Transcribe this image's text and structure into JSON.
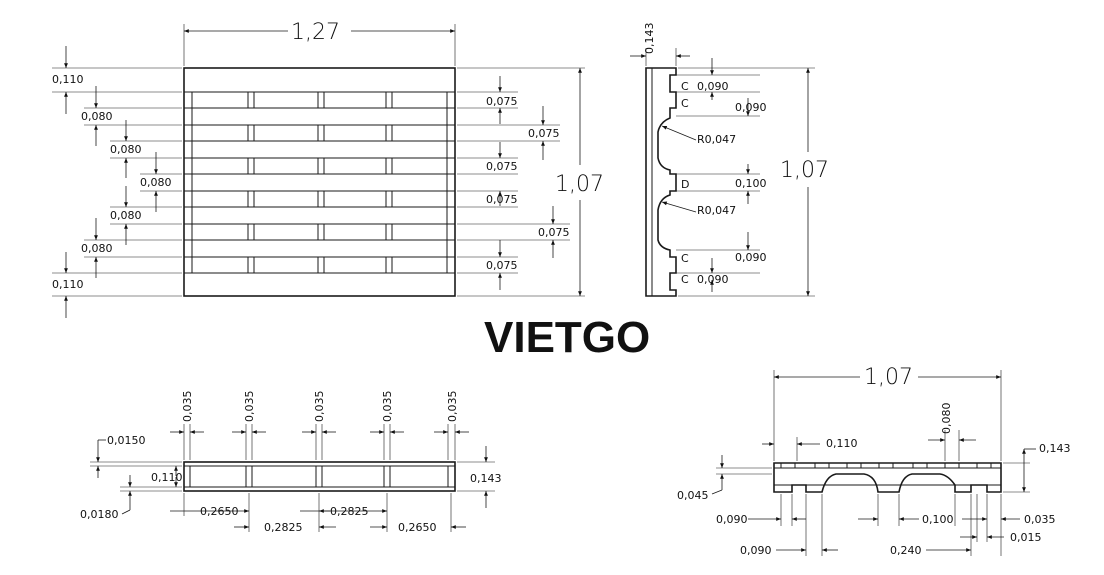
{
  "brand": "VIETGO",
  "top_view": {
    "width": "1,27",
    "height": "1,07",
    "edge_top": "0,110",
    "edge_bottom": "0,110",
    "gaps_left": [
      "0,080",
      "0,080",
      "0,080",
      "0,080",
      "0,080"
    ],
    "boards_right": [
      "0,075",
      "0,075",
      "0,075",
      "0,075",
      "0,075",
      "0,075"
    ]
  },
  "side_view": {
    "thickness": "0,143",
    "height": "1,07",
    "letters": [
      "C",
      "C",
      "D",
      "C",
      "C"
    ],
    "dims": [
      "0,090",
      "0,090",
      "0,100",
      "0,090",
      "0,090"
    ],
    "radius_upper": "R0,047",
    "radius_lower": "R0,047"
  },
  "front_view": {
    "top_widths": [
      "0,035",
      "0,035",
      "0,035",
      "0,035",
      "0,035"
    ],
    "left_top": "0,0150",
    "left_height": "0,110",
    "left_bottom": "0,0180",
    "right_height": "0,143",
    "bottom_row1": [
      "0,2650",
      "0,2825"
    ],
    "bottom_row2": [
      "0,2825",
      "0,2650"
    ]
  },
  "end_view": {
    "width": "1,07",
    "board_spacing": "0,110",
    "board_width": "0,080",
    "height": "0,143",
    "left_height": "0,045",
    "bottom_dims": [
      "0,090",
      "0,100",
      "0,035",
      "0,090",
      "0,240",
      "0,015"
    ]
  }
}
